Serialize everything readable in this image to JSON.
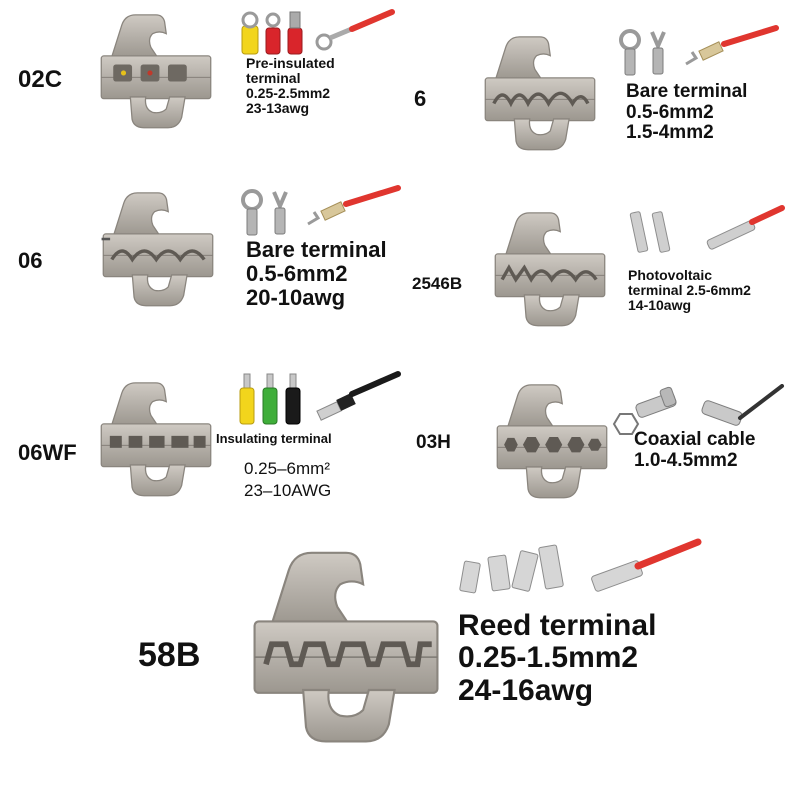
{
  "products": [
    {
      "code": "02C",
      "lines": [
        "Pre-insulated",
        "terminal",
        "0.25-2.5mm2",
        "23-13awg"
      ]
    },
    {
      "code": "6",
      "lines": [
        "Bare terminal",
        "0.5-6mm2",
        "1.5-4mm2"
      ]
    },
    {
      "code": "06",
      "lines": [
        "Bare terminal",
        "0.5-6mm2",
        "20-10awg"
      ]
    },
    {
      "code": "2546B",
      "lines": [
        "Photovoltaic",
        "terminal 2.5-6mm2",
        "14-10awg"
      ]
    },
    {
      "code": "06WF",
      "lines": [
        "Insulating terminal",
        "0.25–6mm²",
        "23–10AWG"
      ]
    },
    {
      "code": "03H",
      "lines": [
        "Coaxial cable",
        "1.0-4.5mm2"
      ]
    },
    {
      "code": "58B",
      "lines": [
        "Reed terminal",
        "0.25-1.5mm2",
        "24-16awg"
      ]
    }
  ],
  "colors": {
    "die_metal": "#b9b4ad",
    "die_shadow": "#8f8a83",
    "insulation_yellow": "#f2d51c",
    "insulation_red": "#d9252b",
    "insulation_green": "#3fae3a",
    "insulation_black": "#1a1a1a",
    "wire_red": "#e0362f"
  }
}
